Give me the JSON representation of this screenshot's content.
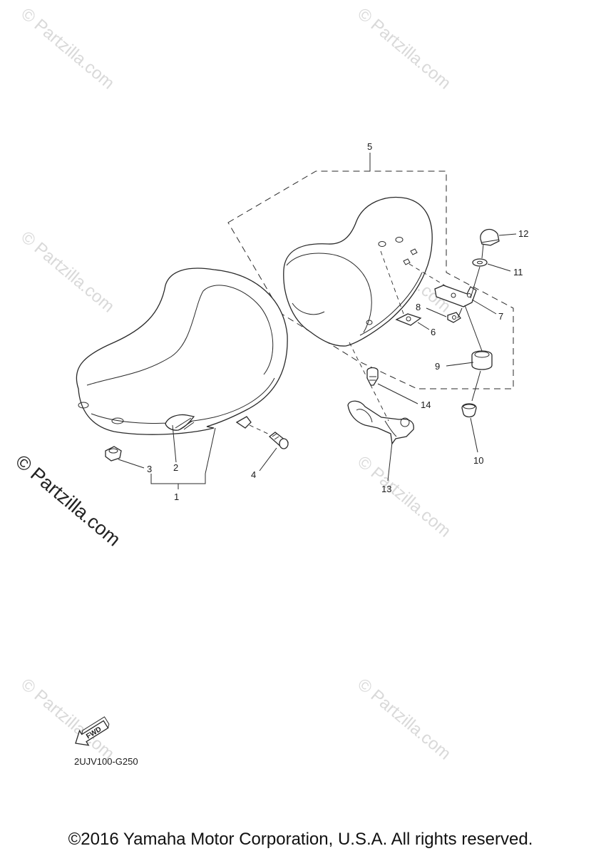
{
  "watermark": {
    "small_text": "© Partzilla.com",
    "large_text": "© Partzilla.com"
  },
  "callouts": {
    "c1": "1",
    "c2": "2",
    "c3": "3",
    "c4": "4",
    "c5": "5",
    "c6": "6",
    "c7": "7",
    "c8": "8",
    "c9": "9",
    "c10": "10",
    "c11": "11",
    "c12": "12",
    "c13": "13",
    "c14": "14"
  },
  "fwd_label": "FWD",
  "diagram_code": "2UJV100-G250",
  "copyright": "©2016 Yamaha Motor Corporation, U.S.A. All rights reserved."
}
